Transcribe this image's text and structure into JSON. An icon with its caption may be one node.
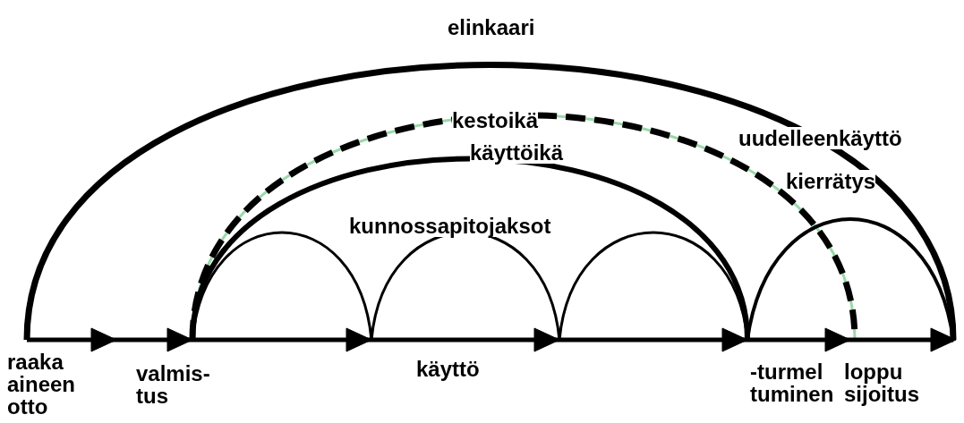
{
  "diagram": {
    "labels": [
      "elinkaari",
      "kestoikä",
      "uudelleenkäyttö",
      "käyttöikä",
      "kierrätys",
      "kunnossapitojaksot",
      "raaka aineen otto",
      "valmis- tus",
      "käyttö",
      "-turmel tuminen",
      "loppu sijoitus"
    ]
  }
}
